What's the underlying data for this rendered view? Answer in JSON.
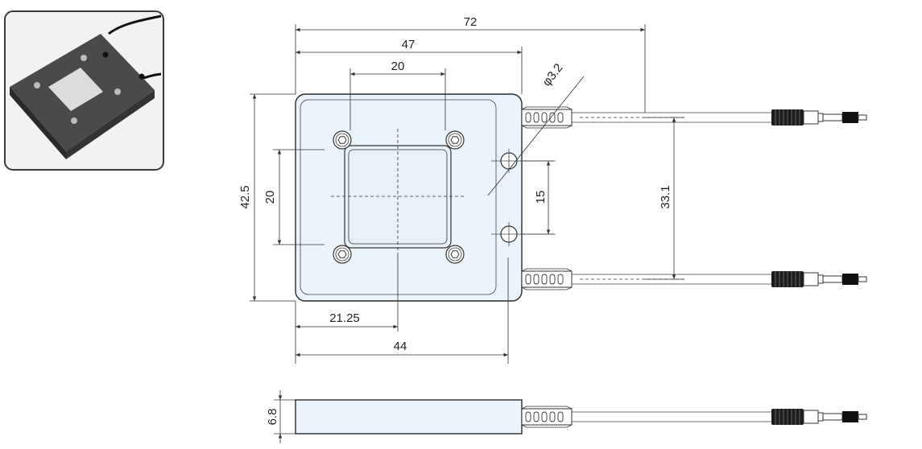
{
  "colors": {
    "body_fill": "#eaf4fb",
    "window_fill": "#e8f1f7",
    "photo_bg": "#f2f2f2",
    "photo_device": "#3a3a3a",
    "connector": "#1c1c1c",
    "line": "#333333"
  },
  "dimensions": {
    "overall_length": "72",
    "body_length_with_boot": "47",
    "screw_spacing_horizontal": "20",
    "mount_hole_diameter": "φ3.2",
    "body_height": "42.5",
    "screw_spacing_vertical": "20",
    "mount_hole_spacing": "15",
    "fiber_spacing": "33.1",
    "window_center_offset": "21.25",
    "body_width": "44",
    "thickness": "6.8"
  },
  "icons": {
    "photo": "sensor-product-photo-icon",
    "screw": "hex-socket-screw-icon",
    "connector": "fiber-connector-icon"
  }
}
